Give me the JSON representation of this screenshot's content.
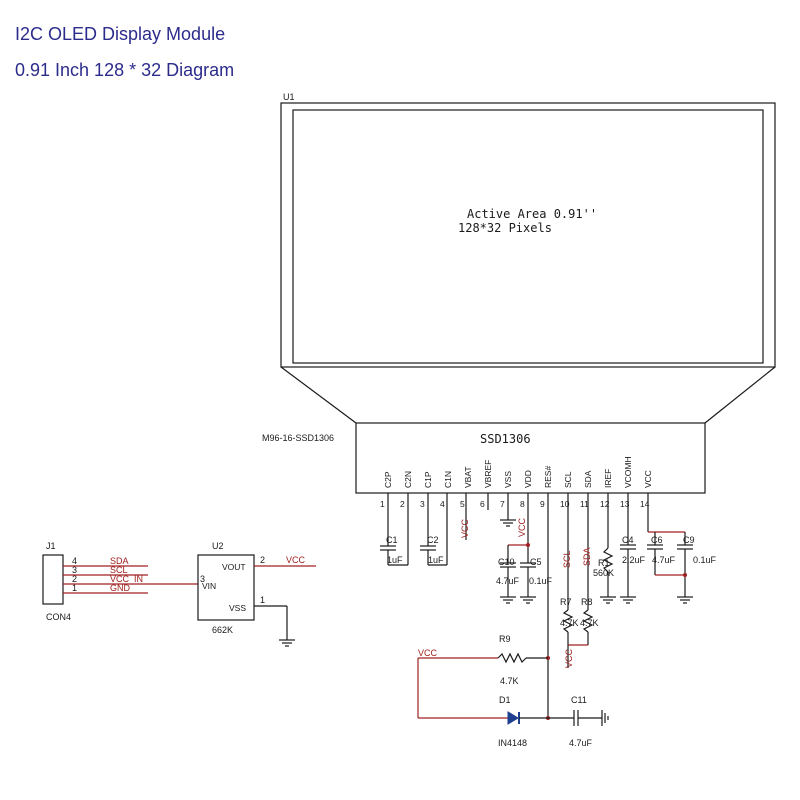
{
  "title": {
    "line1": "I2C OLED Display Module",
    "line2": "0.91 Inch 128 * 32 Diagram"
  },
  "display": {
    "ref": "U1",
    "area_line1": "Active Area 0.91''",
    "area_line2": "128*32 Pixels",
    "part": "M96-16-SSD1306",
    "controller": "SSD1306"
  },
  "pins": [
    {
      "num": "1",
      "name": "C2P"
    },
    {
      "num": "2",
      "name": "C2N"
    },
    {
      "num": "3",
      "name": "C1P"
    },
    {
      "num": "4",
      "name": "C1N"
    },
    {
      "num": "5",
      "name": "VBAT"
    },
    {
      "num": "6",
      "name": "VBREF"
    },
    {
      "num": "7",
      "name": "VSS"
    },
    {
      "num": "8",
      "name": "VDD"
    },
    {
      "num": "9",
      "name": "RES#"
    },
    {
      "num": "10",
      "name": "SCL"
    },
    {
      "num": "11",
      "name": "SDA"
    },
    {
      "num": "12",
      "name": "IREF"
    },
    {
      "num": "13",
      "name": "VCOMH"
    },
    {
      "num": "14",
      "name": "VCC"
    }
  ],
  "connector": {
    "ref": "J1",
    "part": "CON4",
    "pins": [
      {
        "num": "4",
        "net": "SDA"
      },
      {
        "num": "3",
        "net": "SCL"
      },
      {
        "num": "2",
        "net": "VCC_IN"
      },
      {
        "num": "1",
        "net": "GND"
      }
    ]
  },
  "regulator": {
    "ref": "U2",
    "part": "662K",
    "vout": "VOUT",
    "vin": "VIN",
    "vss": "VSS",
    "vout_pin": "2",
    "vin_pin": "3",
    "vss_pin": "1",
    "vout_net": "VCC"
  },
  "components": {
    "c1": {
      "ref": "C1",
      "value": "1uF"
    },
    "c2": {
      "ref": "C2",
      "value": "1uF"
    },
    "c10": {
      "ref": "C10",
      "value": "4.7uF"
    },
    "c5": {
      "ref": "C5",
      "value": "0.1uF"
    },
    "c4": {
      "ref": "C4",
      "value": "2.2uF"
    },
    "c6": {
      "ref": "C6",
      "value": "4.7uF"
    },
    "c9": {
      "ref": "C9",
      "value": "0.1uF"
    },
    "r1": {
      "ref": "R1",
      "value": "560K"
    },
    "r7": {
      "ref": "R7",
      "value": "4.7K"
    },
    "r8": {
      "ref": "R8",
      "value": "4.7K"
    },
    "r9": {
      "ref": "R9",
      "value": "4.7K"
    },
    "d1": {
      "ref": "D1",
      "value": "IN4148"
    },
    "c11": {
      "ref": "C11",
      "value": "4.7uF"
    }
  },
  "nets": {
    "vcc": "VCC",
    "vdd": "VCC",
    "scl": "SCL",
    "sda": "SDA"
  }
}
